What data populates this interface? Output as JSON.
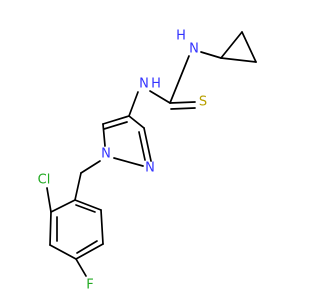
{
  "molecule": {
    "atoms": {
      "n_thioamide": {
        "symbol": "N",
        "hydrogen": "H",
        "color": "#3333ff"
      },
      "n_cyclopropyl": {
        "symbol": "N",
        "hydrogen": "H",
        "color": "#3333ff"
      },
      "s_thione": {
        "symbol": "S",
        "color": "#b8a000"
      },
      "n_pyrazole_1": {
        "symbol": "N",
        "color": "#3333ff"
      },
      "n_pyrazole_2": {
        "symbol": "N",
        "color": "#3333ff"
      },
      "cl": {
        "symbol": "Cl",
        "color": "#22aa22"
      },
      "f": {
        "symbol": "F",
        "color": "#22aa22"
      }
    },
    "bond_color": "#000000",
    "background": "#ffffff"
  }
}
